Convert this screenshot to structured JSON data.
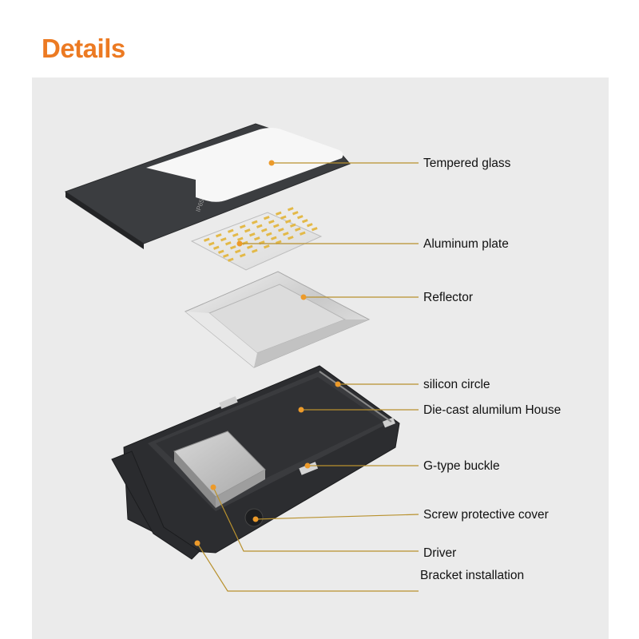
{
  "header": {
    "title": "Details"
  },
  "colors": {
    "accent": "#ec7a22",
    "leader": "#b8912e",
    "panel": "#ebebeb"
  },
  "parts": [
    {
      "id": "tempered-glass",
      "label": "Tempered glass"
    },
    {
      "id": "aluminum-plate",
      "label": "Aluminum plate"
    },
    {
      "id": "reflector",
      "label": "Reflector"
    },
    {
      "id": "silicon-circle",
      "label": "silicon circle"
    },
    {
      "id": "housing",
      "label": "Die-cast alumilum House"
    },
    {
      "id": "g-type-buckle",
      "label": "G-type buckle"
    },
    {
      "id": "screw-cover",
      "label": "Screw protective cover"
    },
    {
      "id": "driver",
      "label": "Driver"
    },
    {
      "id": "bracket",
      "label": "Bracket installation"
    }
  ],
  "glass_marking": "IP65"
}
